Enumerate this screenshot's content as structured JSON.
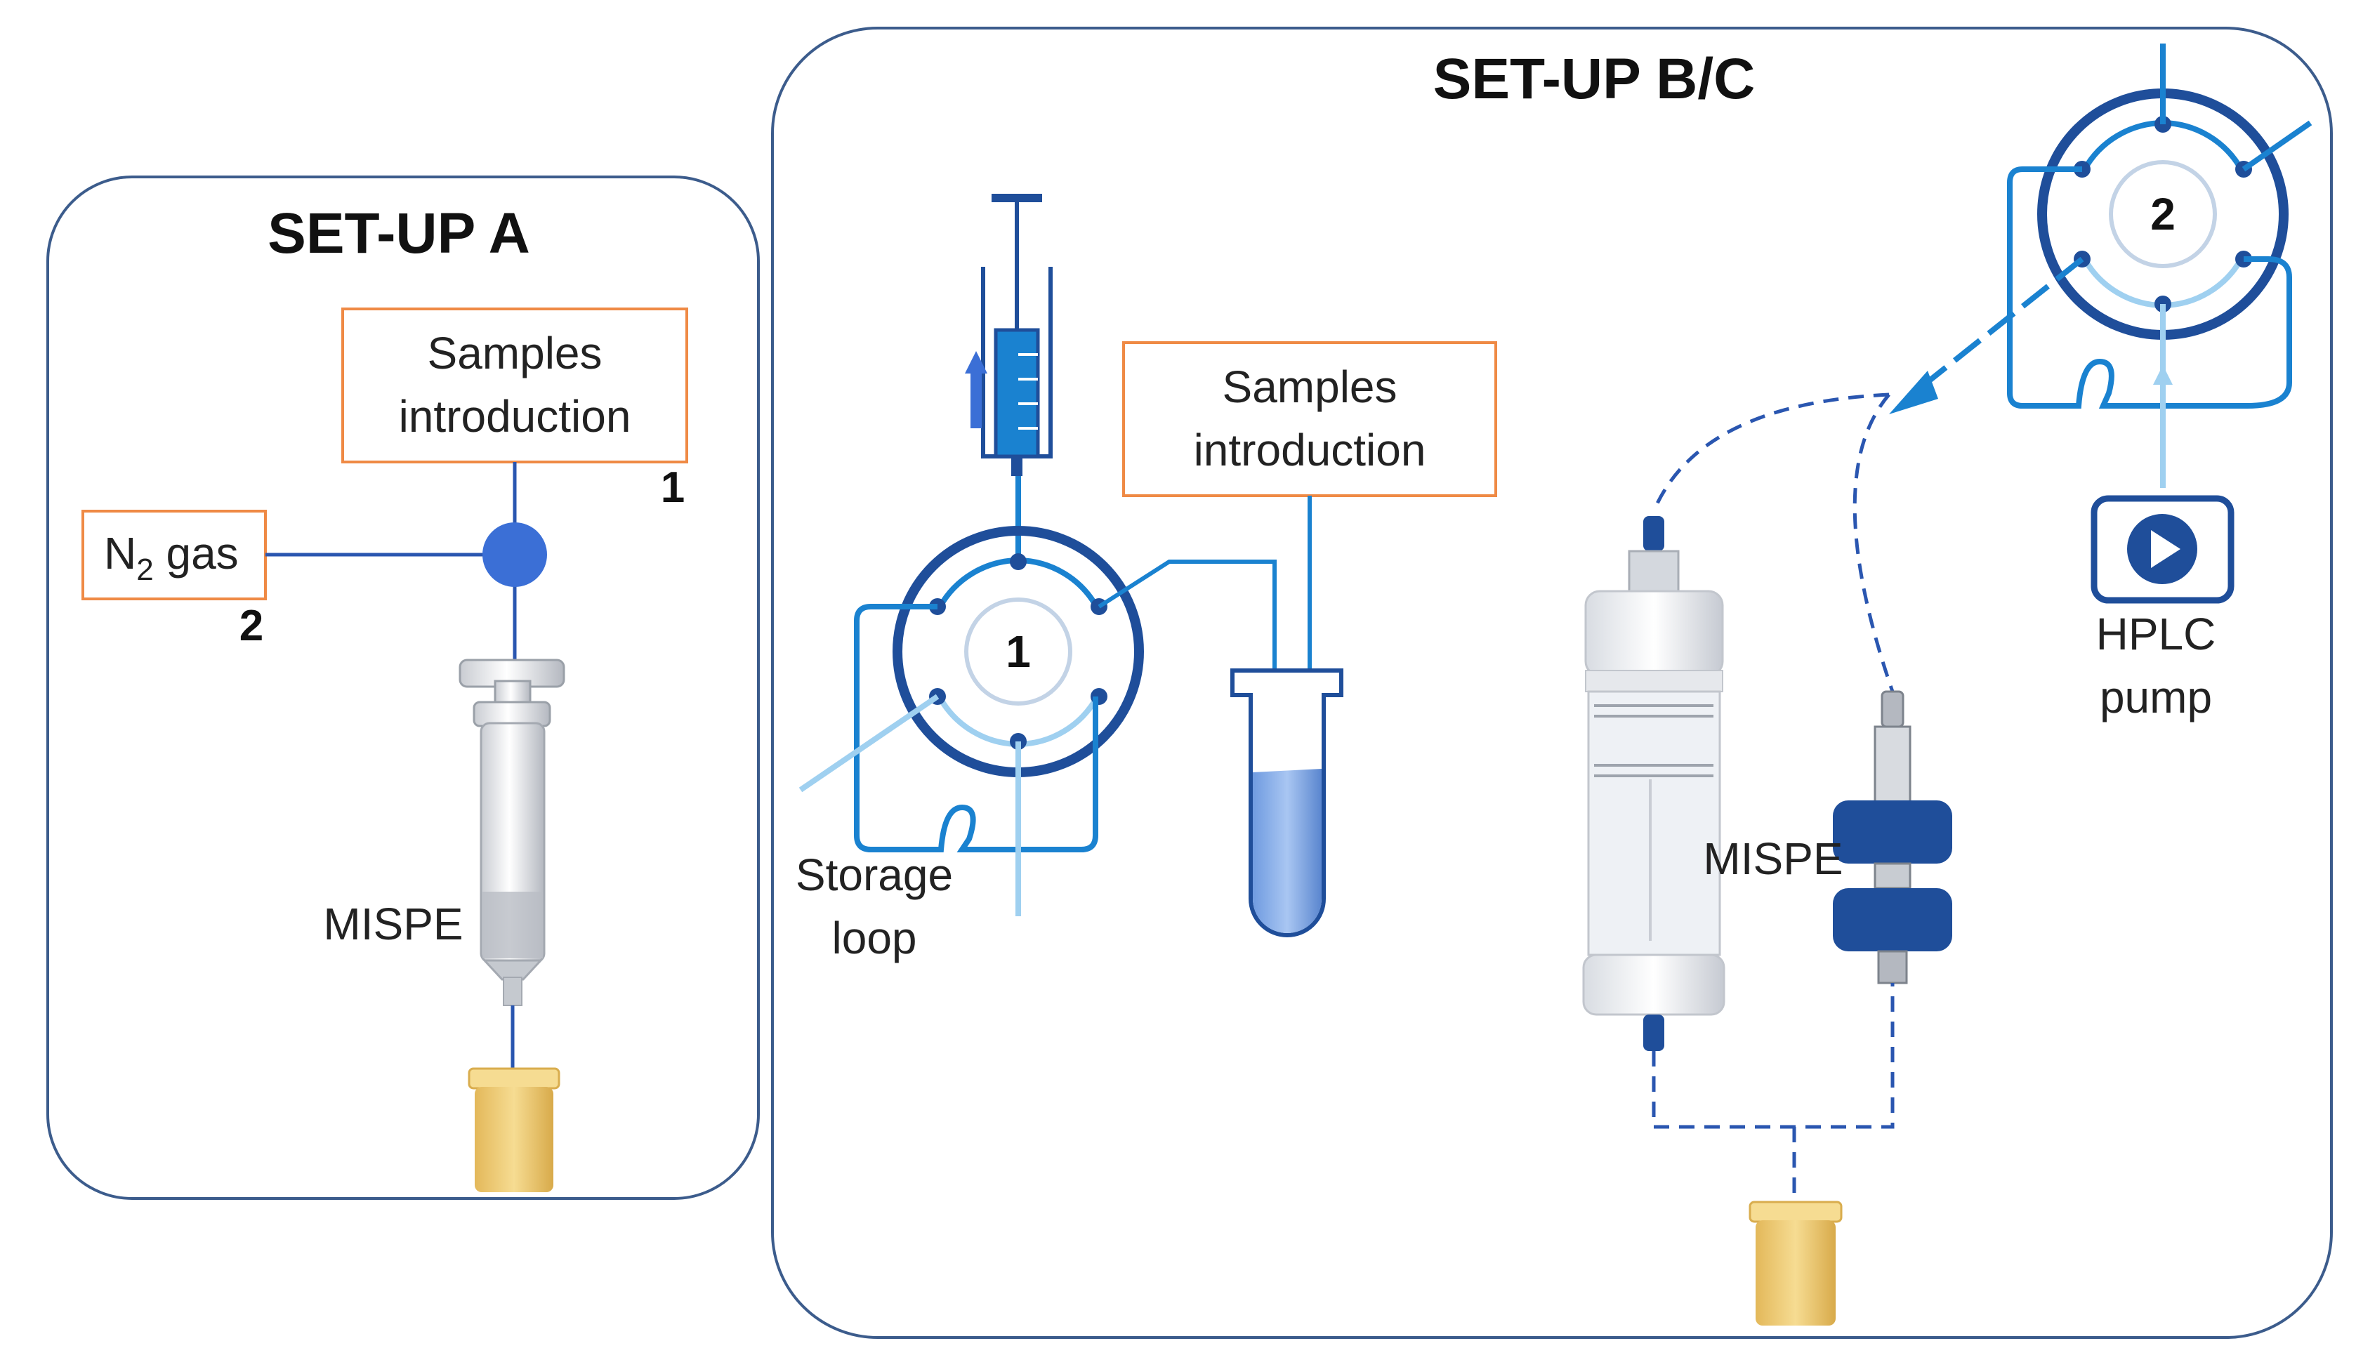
{
  "panel_a": {
    "title": "SET-UP A",
    "samples_box": {
      "line1": "Samples",
      "line2": "introduction",
      "number": "1"
    },
    "gas_box": {
      "prefix": "N",
      "subscript": "2",
      "suffix": " gas",
      "number": "2"
    },
    "mispe_label": "MISPE"
  },
  "panel_bc": {
    "title": "SET-UP B/C",
    "samples_box": {
      "line1": "Samples",
      "line2": "introduction"
    },
    "valve1_number": "1",
    "valve2_number": "2",
    "storage_loop": {
      "line1": "Storage",
      "line2": "loop"
    },
    "mispe_label": "MISPE",
    "hplc_pump": {
      "line1": "HPLC",
      "line2": "pump"
    }
  },
  "colors": {
    "frame": "#3c5c8c",
    "dark_blue": "#1f4e9a",
    "mid_blue": "#1a82d0",
    "light_blue": "#9fd0f0",
    "orange_box": "#ef8a45",
    "node_blue": "#3b6fd6",
    "vial_gold": "#e8c266"
  }
}
